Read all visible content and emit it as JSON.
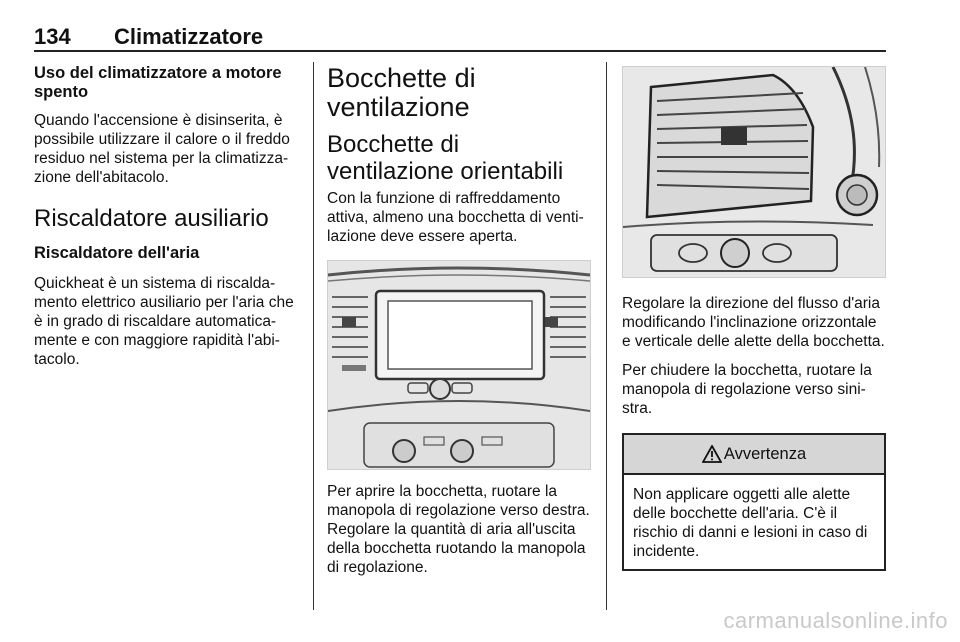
{
  "header": {
    "page_number": "134",
    "chapter": "Climatizzatore"
  },
  "col1": {
    "heading1": "Uso del climatizzatore a motore spento",
    "para1": "Quando l'accensione è disinserita, è possibile utilizzare il calore o il freddo residuo nel sistema per la climatizza- zione dell'abitacolo.",
    "section": "Riscaldatore ausiliario",
    "heading2": "Riscaldatore dell'aria",
    "para2": "Quickheat è un sistema di riscalda- mento elettrico ausiliario per l'aria che è in grado di riscaldare automatica- mente e con maggiore rapidità l'abi- tacolo."
  },
  "col2": {
    "title": "Bocchette di ventilazione",
    "subtitle": "Bocchette di ventilazione orientabili",
    "para1": "Con la funzione di raffreddamento attiva, almeno una bocchetta di venti- lazione deve essere aperta.",
    "para2": "Per aprire la bocchetta, ruotare la manopola di regolazione verso destra. Regolare la quantità di aria all'uscita della bocchetta ruotando la manopola di regolazione."
  },
  "col3": {
    "para1": "Regolare la direzione del flusso d'aria modificando l'inclinazione orizzontale e verticale delle alette della bocchetta.",
    "para2": "Per chiudere la bocchetta, ruotare la manopola di regolazione verso sini- stra.",
    "warning_symbol": "9",
    "warning_title": "Avvertenza",
    "warning_text": "Non applicare oggetti alle alette delle bocchette dell'aria. C'è il rischio di danni e lesioni in caso di incidente."
  },
  "footer": {
    "watermark": "carmanualsonline.info"
  },
  "colors": {
    "figure_bg": "#ebebeb",
    "warning_header": "#d6d6d6",
    "watermark": "#c9c9c9"
  }
}
